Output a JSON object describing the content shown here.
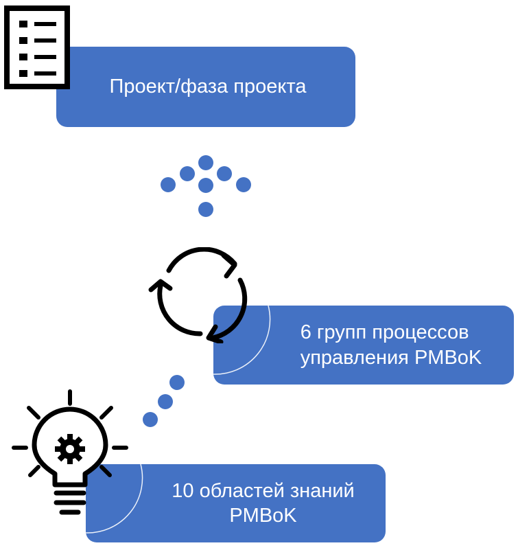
{
  "boxes": {
    "project": {
      "label": "Проект/фаза проекта"
    },
    "process_groups": {
      "line1": "6 групп процессов",
      "line2": "управления PMBoK"
    },
    "knowledge_areas": {
      "line1": "10 областей знаний",
      "line2": "PMBoK"
    }
  },
  "icons": {
    "top": "checklist-icon",
    "middle": "refresh-cycle-icon",
    "bottom": "lightbulb-gear-icon"
  },
  "colors": {
    "box": "#4472c4",
    "dots": "#4472c4",
    "icon": "#000000",
    "text": "#ffffff"
  }
}
